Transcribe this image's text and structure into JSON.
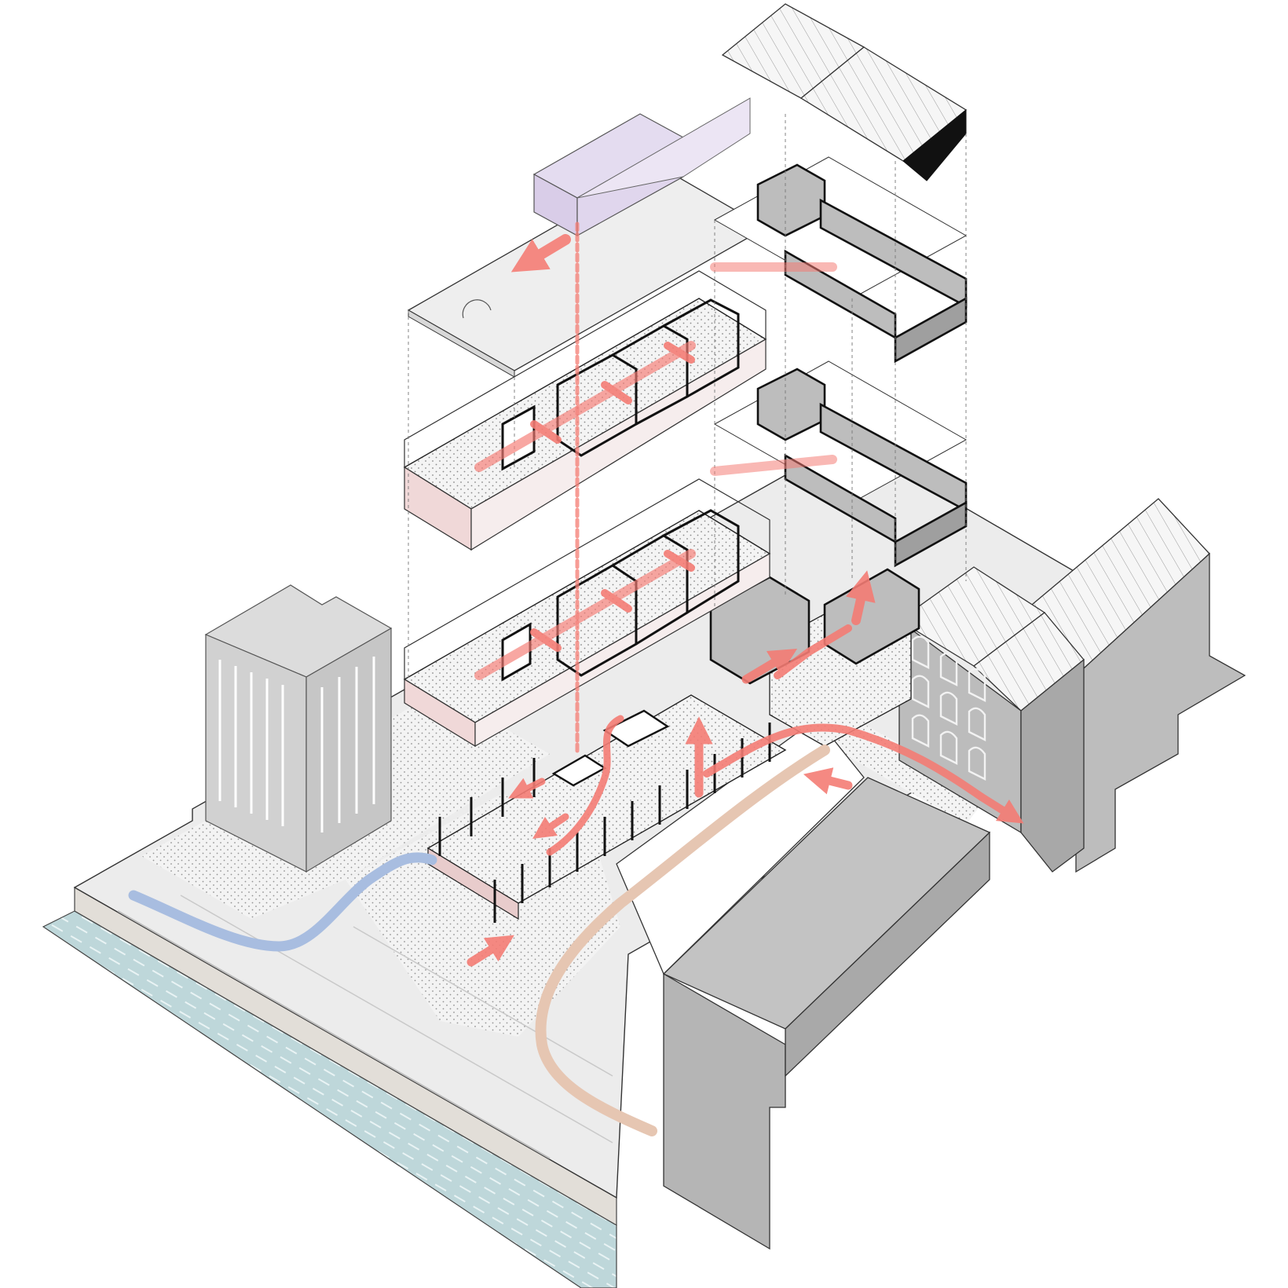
{
  "diagram": {
    "kind": "exploded-axonometric-circulation-diagram",
    "text_labels": [],
    "colors": {
      "background": "#ffffff",
      "linework": "#1a1a1a",
      "ground_light": "#ededed",
      "ground_dotted": "#f4f4f4",
      "water_band": "#b9d3d6",
      "quay_band": "#e2ded8",
      "building_grey": "#b9b9b9",
      "building_face": "#cfcfcf",
      "tower_grey": "#d2d2d2",
      "dark_block": "#b3b3b3",
      "roof_lavender": "#ddd2ea",
      "slab_light": "#eeeeee",
      "interior_pink": "#f1dede",
      "circulation_red": "#f47c74",
      "path_blue": "#a8bde0",
      "path_beige": "#e6c6b2"
    },
    "flows": [
      {
        "id": "visitor-path-blue",
        "color_key": "path_blue"
      },
      {
        "id": "visitor-path-beige",
        "color_key": "path_beige"
      },
      {
        "id": "internal-circulation-red",
        "color_key": "circulation_red"
      }
    ]
  }
}
